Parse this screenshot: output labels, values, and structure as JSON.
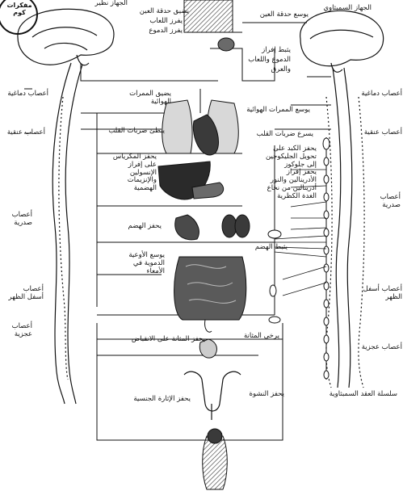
{
  "logo": {
    "text": "مفكرات كوم"
  },
  "colors": {
    "ink": "#111111",
    "organ_dark": "#3a3a3a",
    "organ_mid": "#6a6a6a",
    "paper": "#ffffff"
  },
  "top": {
    "left_title": "الجهاز نظير",
    "right_title": "الجهاز السمبثاوي",
    "tl_a": "يضيق حدقة العين",
    "tl_b": "يفرز اللعاب",
    "tl_c": "يفرز الدموع",
    "tr_a": "يوسع حدقة العين",
    "tr_b": "يثبط إفراز",
    "tr_c": "الدموع واللعاب",
    "tr_d": "والعرق"
  },
  "left_labels": {
    "cranial": "أعصاب دماغية",
    "cervical": "أعصاب عنقية",
    "thoracic": "أعصاب\nصدرية",
    "lumbar": "أعصاب\nأسفل الظهر",
    "sacral": "أعصاب\nعجزية"
  },
  "right_labels": {
    "cranial": "أعصاب دماغية",
    "cervical": "أعصاب عنقية",
    "thoracic": "أعصاب\nصدرية",
    "lumbar": "أعصاب أسفل\nالظهر",
    "sacral": "أعصاب عجزية",
    "chain": "سلسلة العقد السمبثاوية"
  },
  "center": {
    "constrict_bronchi": "يضيق الممرات\nالهوائية",
    "dilate_bronchi": "يوسع الممرات الهوائية",
    "slow_heart": "يبطئ ضربات القلب",
    "speed_heart": "يسرع ضربات القلب",
    "liver_left": "يحفز المكرياس\nعلى إفراز\nالإنسولين\nوالإنزيمات\nالهضمية",
    "liver_right": "يحفز الكبد على\nتحويل الجليكوجين\nإلى جلوكوز\nيحفز إفراز\nالأدرينالين والنور\nأدرينالين من نخاع\nالغدة الكظرية",
    "stim_digest": "يحفز الهضم",
    "inhib_digest": "يثبط الهضم",
    "dilate_vessels": "يوسع الأوعية\nالدموية في\nالأمعاء",
    "bladder_contract": "يحفز المثانة على الانقباض",
    "bladder_relax": "يرخي المثانة",
    "erection": "يحفز الإثارة الجنسية",
    "ejaculation": "يحفز النشوة"
  }
}
